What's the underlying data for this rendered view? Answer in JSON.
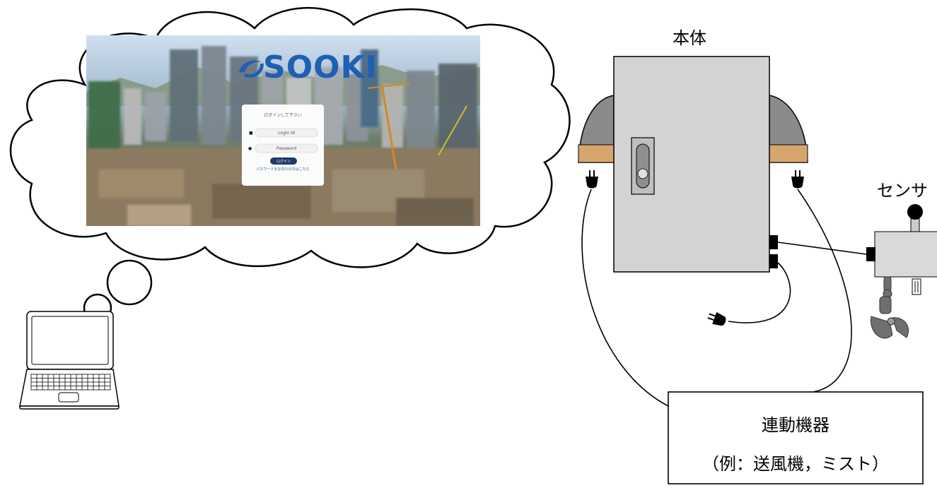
{
  "labels": {
    "body_unit": "本体",
    "sensor": "センサ",
    "linked_device_title": "連動機器",
    "linked_device_example": "（例：送風機，ミスト）"
  },
  "login_screen": {
    "logo": "SOOKI",
    "prompt": "ログインして下さい",
    "login_id_placeholder": "Login Id",
    "password_placeholder": "Password",
    "login_button": "ログイン",
    "forgot_password_link": "パスワードをお忘れの方はこちら"
  },
  "colors": {
    "cabinet": "#d3d3d3",
    "cabinet_side": "#8a8a8a",
    "wood": "#d6a66d",
    "sky": "#b9d3e8",
    "login_button": "#1f3a68",
    "logo": "#1f5fb4"
  }
}
